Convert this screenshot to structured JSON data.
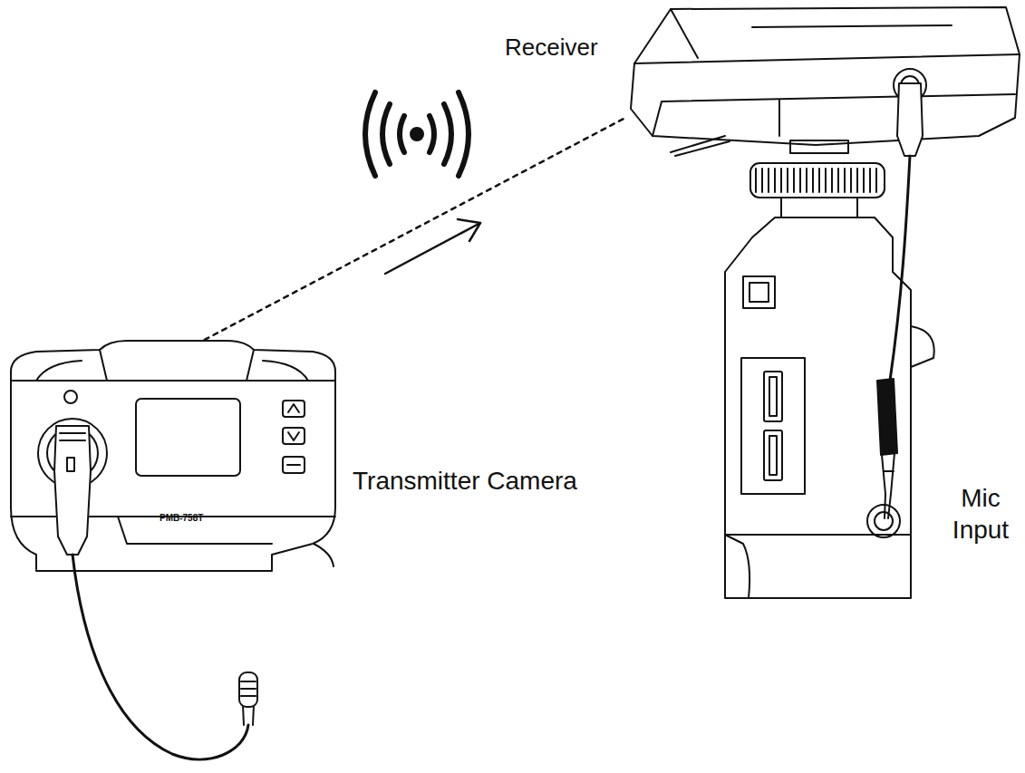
{
  "diagram": {
    "labels": [
      "Receiver",
      "Transmitter Camera",
      "Mic Input",
      "PMB-758T"
    ]
  }
}
